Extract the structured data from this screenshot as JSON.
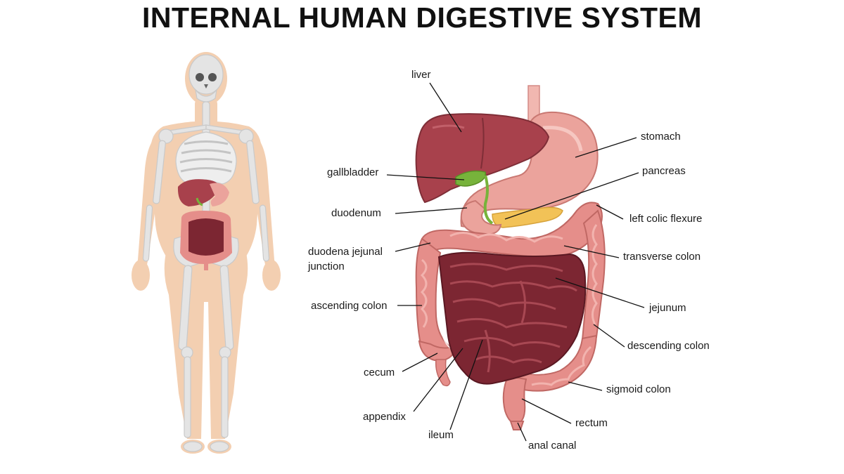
{
  "title": "INTERNAL HUMAN DIGESTIVE SYSTEM",
  "colors": {
    "skin": "#f3cfb1",
    "bone": "#e2e2e2",
    "liver": "#a8414c",
    "stomach": "#eba39c",
    "colon": "#e58e8a",
    "small_intestine": "#7c2632",
    "gallbladder": "#77b33b",
    "pancreas": "#f2c257"
  },
  "labels": {
    "liver": "liver",
    "stomach": "stomach",
    "gallbladder": "gallbladder",
    "pancreas": "pancreas",
    "duodenum": "duodenum",
    "left_colic_flexure": "left colic flexure",
    "duodena_jejunal_junction_line1": "duodena jejunal",
    "duodena_jejunal_junction_line2": "junction",
    "transverse_colon": "transverse colon",
    "ascending_colon": "ascending colon",
    "jejunum": "jejunum",
    "descending_colon": "descending colon",
    "cecum": "cecum",
    "sigmoid_colon": "sigmoid colon",
    "appendix": "appendix",
    "rectum": "rectum",
    "ileum": "ileum",
    "anal_canal": "anal canal"
  }
}
